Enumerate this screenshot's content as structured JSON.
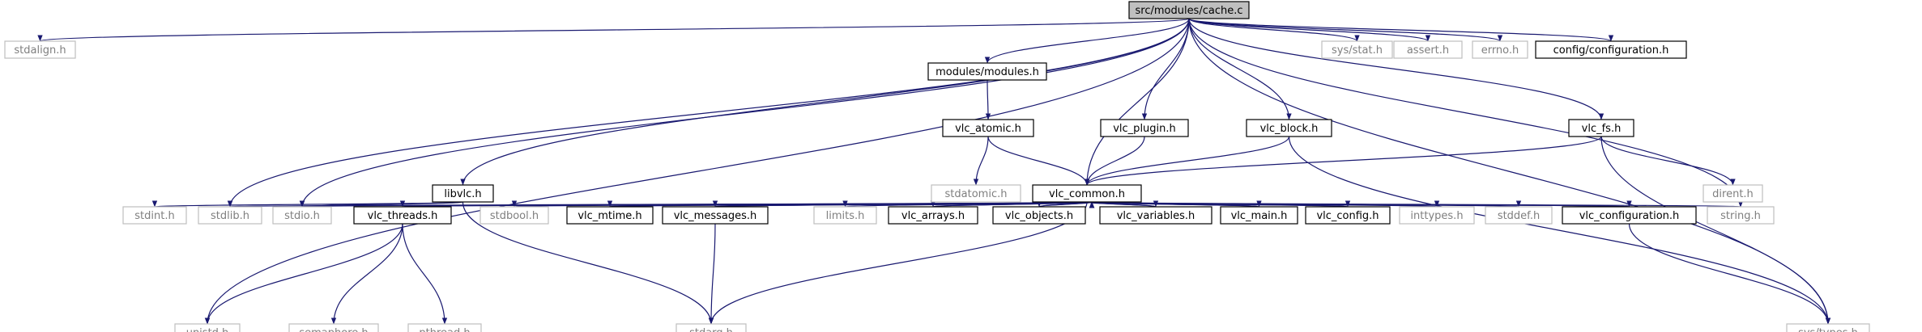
{
  "colors": {
    "edge": "#191970",
    "focus_fill": "#bfbfbf",
    "doc_border": "#000000",
    "ext_border": "#bfbfbf",
    "ext_text": "#7f7f7f",
    "text": "#000000"
  },
  "nodes": [
    {
      "id": "cache",
      "label": "src/modules/cache.c",
      "kind": "focus"
    },
    {
      "id": "stdalign",
      "label": "stdalign.h",
      "kind": "ext"
    },
    {
      "id": "unistd",
      "label": "unistd.h",
      "kind": "ext"
    },
    {
      "id": "stdlib",
      "label": "stdlib.h",
      "kind": "ext"
    },
    {
      "id": "stdio",
      "label": "stdio.h",
      "kind": "ext"
    },
    {
      "id": "libvlc",
      "label": "libvlc.h",
      "kind": "doc"
    },
    {
      "id": "modules",
      "label": "modules/modules.h",
      "kind": "doc"
    },
    {
      "id": "vlc_atomic",
      "label": "vlc_atomic.h",
      "kind": "doc"
    },
    {
      "id": "stdatomic",
      "label": "stdatomic.h",
      "kind": "ext"
    },
    {
      "id": "vlc_plugin",
      "label": "vlc_plugin.h",
      "kind": "doc"
    },
    {
      "id": "vlc_block",
      "label": "vlc_block.h",
      "kind": "doc"
    },
    {
      "id": "vlc_common",
      "label": "vlc_common.h",
      "kind": "doc"
    },
    {
      "id": "sys_stat",
      "label": "sys/stat.h",
      "kind": "ext"
    },
    {
      "id": "assert",
      "label": "assert.h",
      "kind": "ext"
    },
    {
      "id": "errno",
      "label": "errno.h",
      "kind": "ext"
    },
    {
      "id": "config_configuration",
      "label": "config/configuration.h",
      "kind": "doc"
    },
    {
      "id": "vlc_fs",
      "label": "vlc_fs.h",
      "kind": "doc"
    },
    {
      "id": "dirent",
      "label": "dirent.h",
      "kind": "ext"
    },
    {
      "id": "stdint",
      "label": "stdint.h",
      "kind": "ext"
    },
    {
      "id": "vlc_threads",
      "label": "vlc_threads.h",
      "kind": "doc"
    },
    {
      "id": "stdbool",
      "label": "stdbool.h",
      "kind": "ext"
    },
    {
      "id": "vlc_mtime",
      "label": "vlc_mtime.h",
      "kind": "doc"
    },
    {
      "id": "vlc_messages",
      "label": "vlc_messages.h",
      "kind": "doc"
    },
    {
      "id": "limits",
      "label": "limits.h",
      "kind": "ext"
    },
    {
      "id": "vlc_arrays",
      "label": "vlc_arrays.h",
      "kind": "doc"
    },
    {
      "id": "vlc_objects",
      "label": "vlc_objects.h",
      "kind": "doc"
    },
    {
      "id": "vlc_variables",
      "label": "vlc_variables.h",
      "kind": "doc"
    },
    {
      "id": "vlc_main",
      "label": "vlc_main.h",
      "kind": "doc"
    },
    {
      "id": "vlc_config",
      "label": "vlc_config.h",
      "kind": "doc"
    },
    {
      "id": "inttypes",
      "label": "inttypes.h",
      "kind": "ext"
    },
    {
      "id": "stddef",
      "label": "stddef.h",
      "kind": "ext"
    },
    {
      "id": "vlc_configuration",
      "label": "vlc_configuration.h",
      "kind": "doc"
    },
    {
      "id": "string",
      "label": "string.h",
      "kind": "ext"
    },
    {
      "id": "sys_types",
      "label": "sys/types.h",
      "kind": "ext"
    },
    {
      "id": "semaphore",
      "label": "semaphore.h",
      "kind": "ext"
    },
    {
      "id": "pthread",
      "label": "pthread.h",
      "kind": "ext"
    },
    {
      "id": "stdarg",
      "label": "stdarg.h",
      "kind": "ext"
    }
  ],
  "edges": [
    [
      "cache",
      "stdalign"
    ],
    [
      "cache",
      "unistd"
    ],
    [
      "cache",
      "stdlib"
    ],
    [
      "cache",
      "stdio"
    ],
    [
      "cache",
      "libvlc"
    ],
    [
      "cache",
      "modules"
    ],
    [
      "cache",
      "vlc_common"
    ],
    [
      "cache",
      "vlc_plugin"
    ],
    [
      "cache",
      "vlc_block"
    ],
    [
      "cache",
      "string"
    ],
    [
      "cache",
      "sys_stat"
    ],
    [
      "cache",
      "assert"
    ],
    [
      "cache",
      "errno"
    ],
    [
      "cache",
      "config_configuration"
    ],
    [
      "cache",
      "vlc_fs"
    ],
    [
      "cache",
      "sys_types"
    ],
    [
      "modules",
      "vlc_atomic"
    ],
    [
      "vlc_atomic",
      "stdatomic"
    ],
    [
      "vlc_atomic",
      "vlc_common"
    ],
    [
      "vlc_plugin",
      "vlc_common"
    ],
    [
      "vlc_block",
      "vlc_common"
    ],
    [
      "vlc_block",
      "sys_types"
    ],
    [
      "vlc_fs",
      "vlc_common"
    ],
    [
      "vlc_fs",
      "dirent"
    ],
    [
      "vlc_fs",
      "sys_types"
    ],
    [
      "libvlc",
      "stdint"
    ],
    [
      "libvlc",
      "stdio"
    ],
    [
      "libvlc",
      "stdarg"
    ],
    [
      "vlc_common",
      "stdlib"
    ],
    [
      "vlc_common",
      "stdio"
    ],
    [
      "vlc_common",
      "vlc_threads"
    ],
    [
      "vlc_common",
      "stdbool"
    ],
    [
      "vlc_common",
      "vlc_mtime"
    ],
    [
      "vlc_common",
      "vlc_messages"
    ],
    [
      "vlc_common",
      "limits"
    ],
    [
      "vlc_common",
      "vlc_arrays"
    ],
    [
      "vlc_common",
      "vlc_objects"
    ],
    [
      "vlc_common",
      "vlc_variables"
    ],
    [
      "vlc_common",
      "vlc_main"
    ],
    [
      "vlc_common",
      "vlc_config"
    ],
    [
      "vlc_common",
      "inttypes"
    ],
    [
      "vlc_common",
      "stddef"
    ],
    [
      "vlc_common",
      "vlc_configuration"
    ],
    [
      "vlc_common",
      "string"
    ],
    [
      "vlc_common",
      "stdarg"
    ],
    [
      "vlc_threads",
      "vlc_common"
    ],
    [
      "vlc_threads",
      "unistd"
    ],
    [
      "vlc_threads",
      "semaphore"
    ],
    [
      "vlc_threads",
      "pthread"
    ],
    [
      "vlc_mtime",
      "vlc_common"
    ],
    [
      "vlc_messages",
      "vlc_common"
    ],
    [
      "vlc_messages",
      "stdarg"
    ],
    [
      "vlc_arrays",
      "vlc_common"
    ],
    [
      "vlc_objects",
      "vlc_common"
    ],
    [
      "vlc_variables",
      "vlc_common"
    ],
    [
      "vlc_main",
      "vlc_common"
    ],
    [
      "vlc_config",
      "vlc_common"
    ],
    [
      "vlc_configuration",
      "vlc_common"
    ],
    [
      "vlc_configuration",
      "sys_types"
    ]
  ]
}
